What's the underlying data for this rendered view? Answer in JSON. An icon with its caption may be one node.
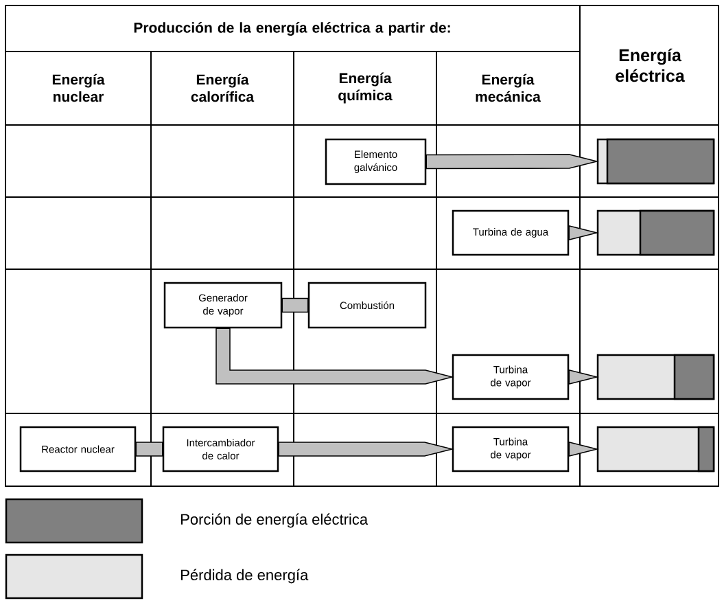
{
  "diagram": {
    "nodes": [
      {
        "text": [
          "Elemento galvánico"
        ]
      },
      {
        "text": [
          "Turbina de agua"
        ]
      },
      {
        "text": [
          "Generador de vapor"
        ]
      },
      {
        "text": [
          "Combustión"
        ]
      },
      {
        "text": [
          "Turbina de vapor"
        ]
      },
      {
        "text": [
          "Reactor nuclear"
        ]
      },
      {
        "text": [
          "Intercambiador de calor"
        ]
      },
      {
        "text": [
          "Turbina de vapor"
        ]
      },
      {
        "text": [],
        "shape": "bar"
      },
      {
        "text": [],
        "shape": "bar"
      },
      {
        "text": [],
        "shape": "bar"
      },
      {
        "text": [],
        "shape": "bar"
      }
    ],
    "edges": [
      {
        "from": 0,
        "to": 8,
        "arrow": "to"
      },
      {
        "from": 1,
        "to": 9,
        "arrow": "to"
      },
      {
        "from": 3,
        "to": 2,
        "arrow": "none"
      },
      {
        "from": 2,
        "to": 4,
        "arrow": "to"
      },
      {
        "from": 4,
        "to": 10,
        "arrow": "to"
      },
      {
        "from": 5,
        "to": 6,
        "arrow": "none"
      },
      {
        "from": 6,
        "to": 7,
        "arrow": "to"
      },
      {
        "from": 7,
        "to": 11,
        "arrow": "to"
      }
    ],
    "labels": [
      "Producción de la energía eléctrica a partir de:",
      "Energía eléctrica",
      "Energía nuclear",
      "Energía calorífica",
      "Energía química",
      "Energía mecánica"
    ],
    "legend": [
      {
        "text": "Porción de energía eléctrica",
        "color": "#808080"
      },
      {
        "text": "Pérdida de energía",
        "color": "#e6e6e6"
      }
    ]
  }
}
